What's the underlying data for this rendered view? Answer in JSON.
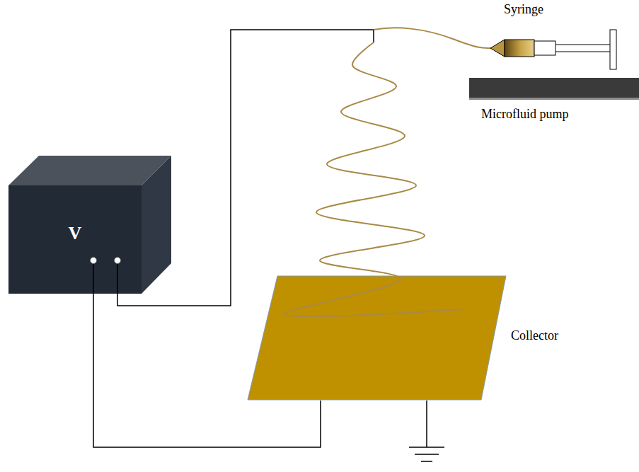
{
  "diagram": {
    "nodes": [
      {
        "text": [
          "V"
        ]
      },
      {
        "text": [
          "Collector"
        ]
      }
    ],
    "edges": [
      {
        "from": 0,
        "to": 1,
        "arrow": "none"
      }
    ],
    "labels": [
      "Syringe",
      "Microfluid pump"
    ]
  }
}
